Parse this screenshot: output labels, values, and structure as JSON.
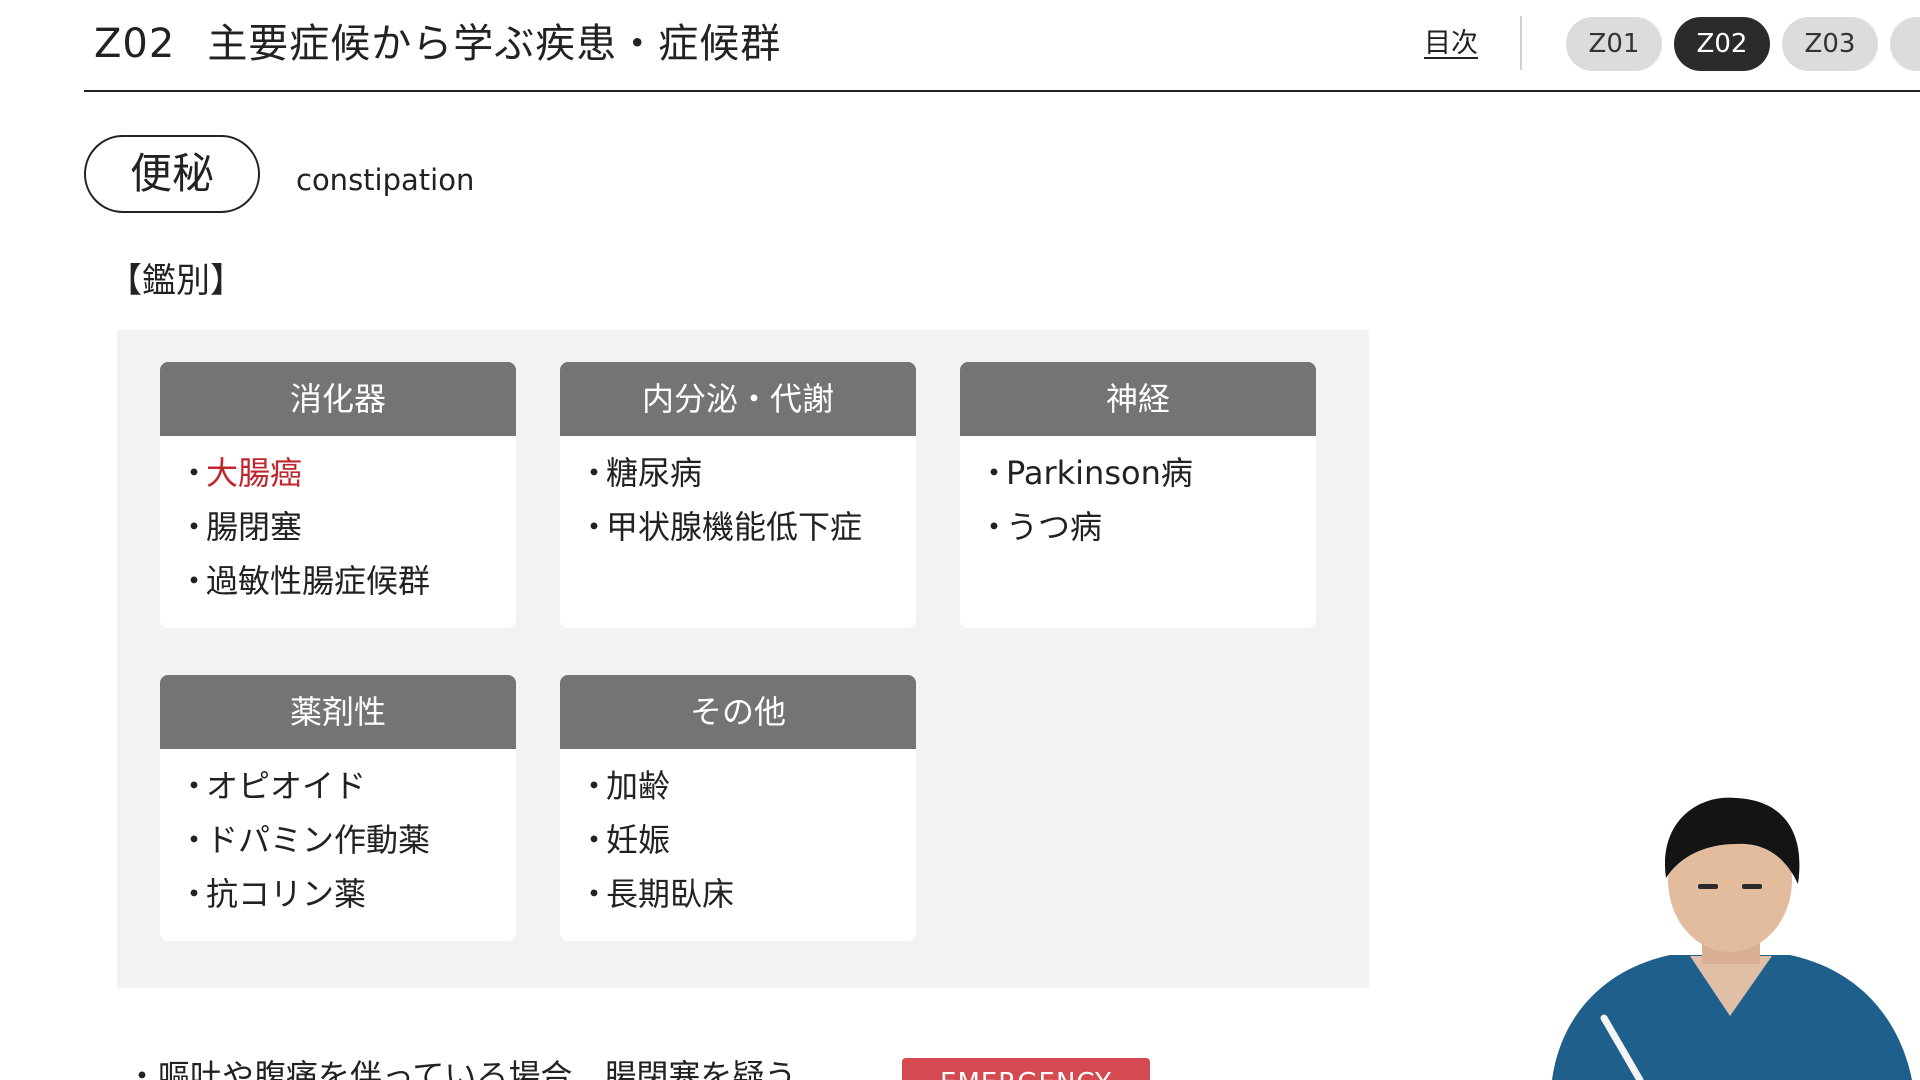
{
  "header": {
    "code": "Z02",
    "title": "主要症候から学ぶ疾患・症候群",
    "toc_label": "目次",
    "chapters": [
      {
        "label": "Z01",
        "active": false
      },
      {
        "label": "Z02",
        "active": true
      },
      {
        "label": "Z03",
        "active": false
      },
      {
        "label": "Z",
        "active": false
      }
    ]
  },
  "topic": {
    "jp": "便秘",
    "en": "constipation"
  },
  "section": {
    "label": "【鑑別】"
  },
  "cards": [
    {
      "title": "消化器",
      "items": [
        {
          "text": "大腸癌",
          "highlight": true
        },
        {
          "text": "腸閉塞",
          "highlight": false
        },
        {
          "text": "過敏性腸症候群",
          "highlight": false
        }
      ]
    },
    {
      "title": "内分泌・代謝",
      "items": [
        {
          "text": "糖尿病",
          "highlight": false
        },
        {
          "text": "甲状腺機能低下症",
          "highlight": false
        }
      ]
    },
    {
      "title": "神経",
      "items": [
        {
          "text": "Parkinson病",
          "highlight": false
        },
        {
          "text": "うつ病",
          "highlight": false
        }
      ]
    },
    {
      "title": "薬剤性",
      "items": [
        {
          "text": "オピオイド",
          "highlight": false
        },
        {
          "text": "ドパミン作動薬",
          "highlight": false
        },
        {
          "text": "抗コリン薬",
          "highlight": false
        }
      ]
    },
    {
      "title": "その他",
      "items": [
        {
          "text": "加齢",
          "highlight": false
        },
        {
          "text": "妊娠",
          "highlight": false
        },
        {
          "text": "長期臥床",
          "highlight": false
        }
      ]
    }
  ],
  "bullet": "・",
  "bottom": {
    "text": "・嘔吐や腹痛を伴っている場合、腸閉塞を疑う",
    "badge": "EMERGENCY"
  },
  "colors": {
    "highlight": "#c0262d",
    "card_header": "#747376",
    "panel_bg": "#f2f1f3",
    "active_pill": "#2b2b2b",
    "emergency": "#d54a50"
  },
  "icons": {
    "presenter": "presenter-video"
  }
}
